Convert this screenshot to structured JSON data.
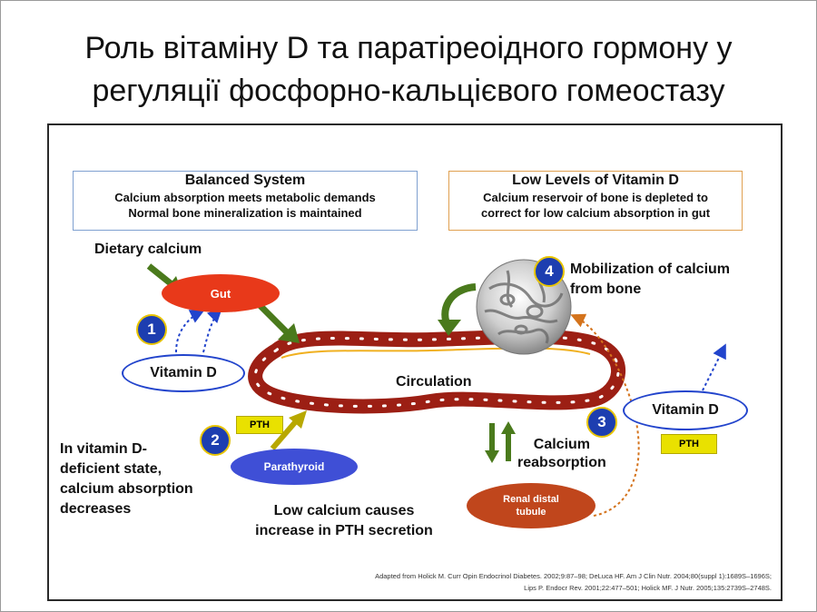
{
  "slide": {
    "title_line1": "Роль вітаміну D та паратіреоідного гормону у",
    "title_line2": "регуляції фосфорно-кальцієвого гомеостазу"
  },
  "figure": {
    "balanced": {
      "heading": "Balanced System",
      "line1": "Calcium absorption meets metabolic demands",
      "line2": "Normal bone mineralization is maintained"
    },
    "low_vitd": {
      "heading": "Low Levels of Vitamin D",
      "line1": "Calcium reservoir of bone is depleted to",
      "line2": "correct for low calcium absorption in gut"
    },
    "dietary_calcium": "Dietary calcium",
    "gut": "Gut",
    "vitamin_d_left": "Vitamin D",
    "vitamin_d_right": "Vitamin D",
    "circulation": "Circulation",
    "pth_left": "PTH",
    "pth_right": "PTH",
    "parathyroid": "Parathyroid",
    "renal_line1": "Renal distal",
    "renal_line2": "tubule",
    "deficient_line1": "In vitamin D-",
    "deficient_line2": "deficient state,",
    "deficient_line3": "calcium absorption",
    "deficient_line4": "decreases",
    "low_ca_line1": "Low calcium causes",
    "low_ca_line2": "increase in PTH secretion",
    "reabs_line1": "Calcium",
    "reabs_line2": "reabsorption",
    "mobil_line1": "Mobilization of calcium",
    "mobil_line2": "from bone",
    "step1": "1",
    "step2": "2",
    "step3": "3",
    "step4": "4",
    "citation_line1": "Adapted from  Holick M.  Curr Opin Endocrinol Diabetes. 2002;9:87–98; DeLuca HF. Am J Clin Nutr. 2004;80(suppl 1):1689S–1696S;",
    "citation_line2": "Lips P. Endocr Rev. 2001;22:477–501; Holick MF. J Nutr. 2005;135:2739S–2748S."
  },
  "colors": {
    "gut": "#e8391a",
    "parathyroid": "#3f4fd6",
    "renal": "#c0461c",
    "circulation_ring": "#9c1f14",
    "pth_label": "#e9e100",
    "step_badge": "#1d3eb0",
    "arrow_green": "#4a7a1c"
  }
}
